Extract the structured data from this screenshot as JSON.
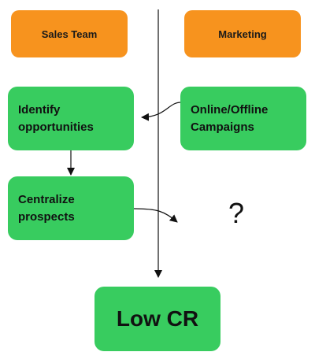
{
  "lanes": {
    "sales": "Sales Team",
    "marketing": "Marketing"
  },
  "nodes": {
    "identify": [
      "Identify",
      "opportunities"
    ],
    "campaigns": [
      "Online/Offline",
      "Campaigns"
    ],
    "centralize": [
      "Centralize",
      "prospects"
    ],
    "low_cr": "Low CR",
    "unknown": "?"
  },
  "colors": {
    "lane_header": "#f7931e",
    "process": "#38cc5f",
    "line": "#111111"
  }
}
